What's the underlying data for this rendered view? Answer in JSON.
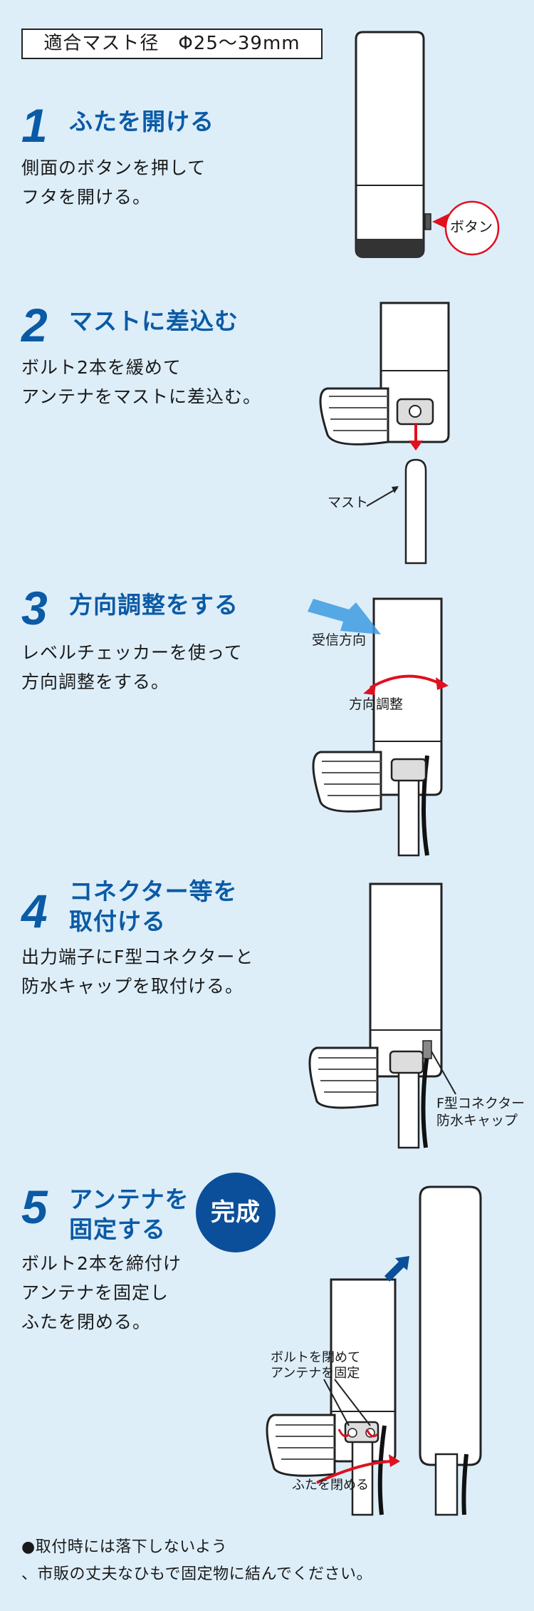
{
  "mast_diameter": "適合マスト径　Φ25〜39mm",
  "steps": [
    {
      "num": "1",
      "title": "ふたを開ける",
      "desc": "側面のボタンを押して\nフタを開ける。"
    },
    {
      "num": "2",
      "title": "マストに差込む",
      "desc": "ボルト2本を緩めて\nアンテナをマストに差込む。"
    },
    {
      "num": "3",
      "title": "方向調整をする",
      "desc": "レベルチェッカーを使って\n方向調整をする。"
    },
    {
      "num": "4",
      "title": "コネクター等を\n取付ける",
      "desc": "出力端子にF型コネクターと\n防水キャップを取付ける。"
    },
    {
      "num": "5",
      "title": "アンテナを\n固定する",
      "desc": "ボルト2本を締付け\nアンテナを固定し\nふたを閉める。"
    }
  ],
  "labels": {
    "button": "ボタン",
    "mast": "マスト",
    "reception": "受信方向",
    "direction": "方向調整",
    "f_connector": "F型コネクター\n防水キャップ",
    "bolt_close": "ボルトを閉めて\nアンテナを固定",
    "lid_close": "ふたを閉める"
  },
  "complete": "完成",
  "note": "●取付時には落下しないよう\n、市販の丈夫なひもで固定物に結んでください。",
  "colors": {
    "accent": "#0b5aa5",
    "background": "#ddeef9",
    "red": "#e0101e",
    "arrow_blue": "#3d9be0"
  }
}
